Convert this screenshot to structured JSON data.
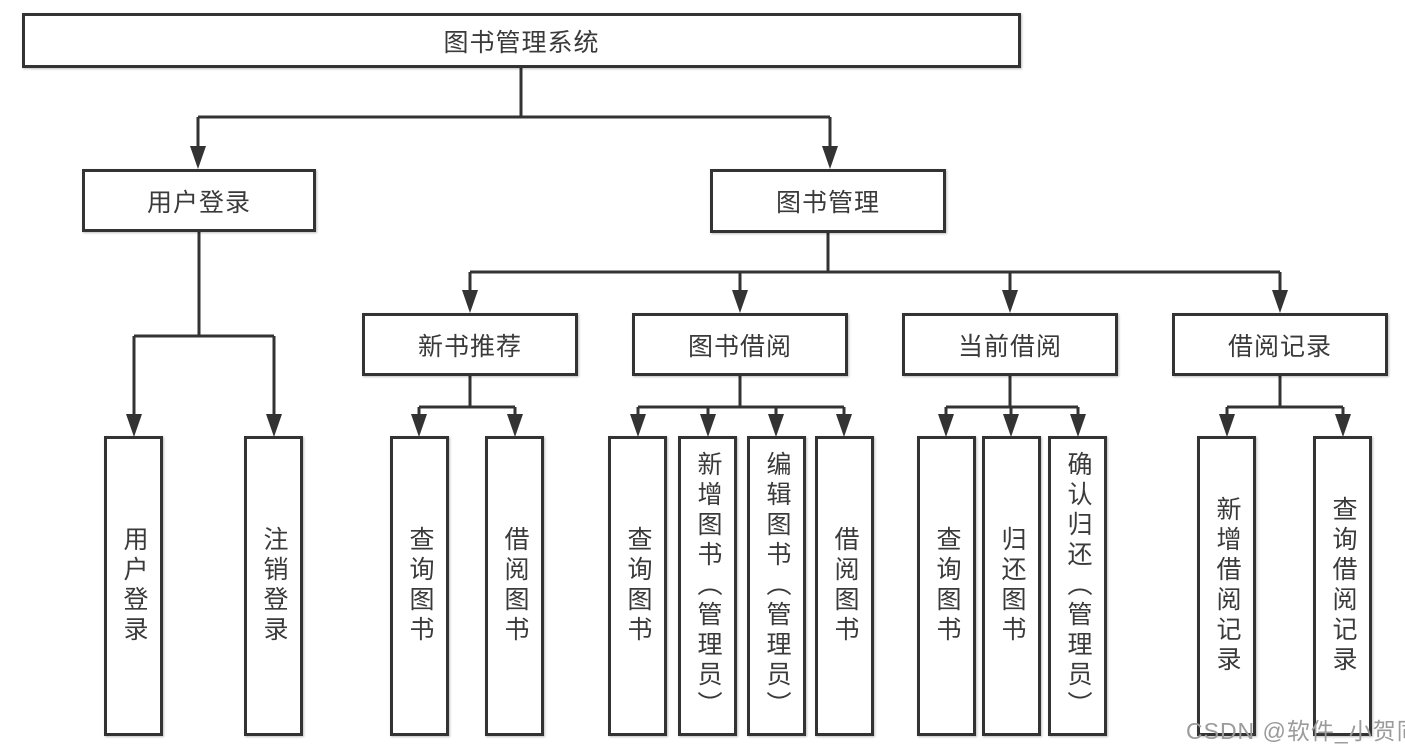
{
  "tree": {
    "root": {
      "label": "图书管理系统",
      "children": [
        {
          "label": "用户登录",
          "children": [
            {
              "label": "用户登录"
            },
            {
              "label": "注销登录"
            }
          ]
        },
        {
          "label": "图书管理",
          "children": [
            {
              "label": "新书推荐",
              "children": [
                {
                  "label": "查询图书"
                },
                {
                  "label": "借阅图书"
                }
              ]
            },
            {
              "label": "图书借阅",
              "children": [
                {
                  "label": "查询图书"
                },
                {
                  "label": "新增图书（管理员）"
                },
                {
                  "label": "编辑图书（管理员）"
                },
                {
                  "label": "借阅图书"
                }
              ]
            },
            {
              "label": "当前借阅",
              "children": [
                {
                  "label": "查询图书"
                },
                {
                  "label": "归还图书"
                },
                {
                  "label": "确认归还（管理员）"
                }
              ]
            },
            {
              "label": "借阅记录",
              "children": [
                {
                  "label": "新增借阅记录"
                },
                {
                  "label": "查询借阅记录"
                }
              ]
            }
          ]
        }
      ]
    }
  },
  "watermark": {
    "text": "CSDN @软件_小贺同学"
  },
  "colors": {
    "box_border": "#333333",
    "connector_line": "#333333",
    "text": "#3a3a3a",
    "watermark_text": "#9b9b9b",
    "background": "#ffffff"
  }
}
